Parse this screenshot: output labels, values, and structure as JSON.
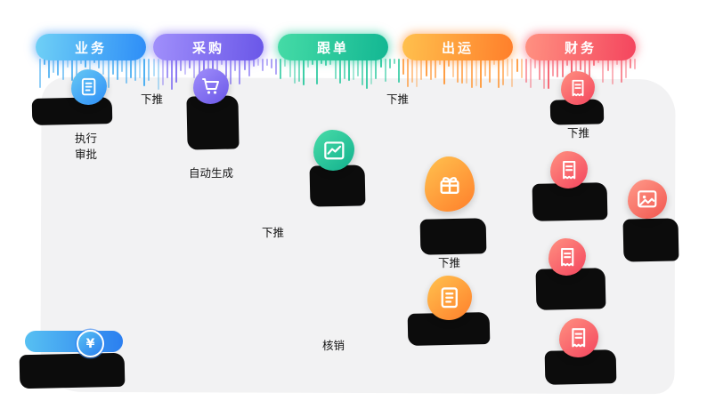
{
  "page": {
    "background": "#ffffff",
    "wash_color": "#f2f2f3"
  },
  "header": {
    "tabs": [
      {
        "id": "business",
        "label": "业务",
        "color_from": "#6fd0f6",
        "color_to": "#2e8ef7"
      },
      {
        "id": "procurement",
        "label": "采购",
        "color_from": "#a08ffb",
        "color_to": "#6a57e8"
      },
      {
        "id": "merchandising",
        "label": "跟单",
        "color_from": "#45dba6",
        "color_to": "#13b793"
      },
      {
        "id": "shipment",
        "label": "出运",
        "color_from": "#ffc04d",
        "color_to": "#ff7f2b"
      },
      {
        "id": "finance",
        "label": "财务",
        "color_from": "#ff9181",
        "color_to": "#f4455e"
      }
    ]
  },
  "labels": {
    "push_down_1": "下推",
    "push_down_2": "下推",
    "push_down_3": "下推",
    "push_down_4": "下推",
    "push_down_5": "下推",
    "execute_approval": "执行\n审批",
    "auto_generate": "自动生成",
    "write_off": "核销"
  },
  "settlement": {
    "currency_symbol": "¥"
  },
  "nodes": [
    {
      "id": "business-doc",
      "icon": "document-icon",
      "color": "#2e8ef7"
    },
    {
      "id": "purchase-cart",
      "icon": "cart-icon",
      "color": "#6a57e8"
    },
    {
      "id": "merch-chart",
      "icon": "chart-icon",
      "color": "#13b793"
    },
    {
      "id": "shipment-box",
      "icon": "gift-icon",
      "color": "#ff7f2b"
    },
    {
      "id": "shipment-doc",
      "icon": "document-icon",
      "color": "#ff7f2b"
    },
    {
      "id": "finance-receipt-1",
      "icon": "receipt-icon",
      "color": "#f4455e"
    },
    {
      "id": "finance-receipt-2",
      "icon": "receipt-icon",
      "color": "#f4455e"
    },
    {
      "id": "finance-image",
      "icon": "image-icon",
      "color": "#f2564f"
    },
    {
      "id": "finance-receipt-3",
      "icon": "receipt-icon",
      "color": "#f4455e"
    },
    {
      "id": "finance-payment",
      "icon": "receipt-icon",
      "color": "#f4455e"
    },
    {
      "id": "settlement-bar",
      "icon": "yen-icon",
      "color": "#2b7ff0"
    }
  ]
}
